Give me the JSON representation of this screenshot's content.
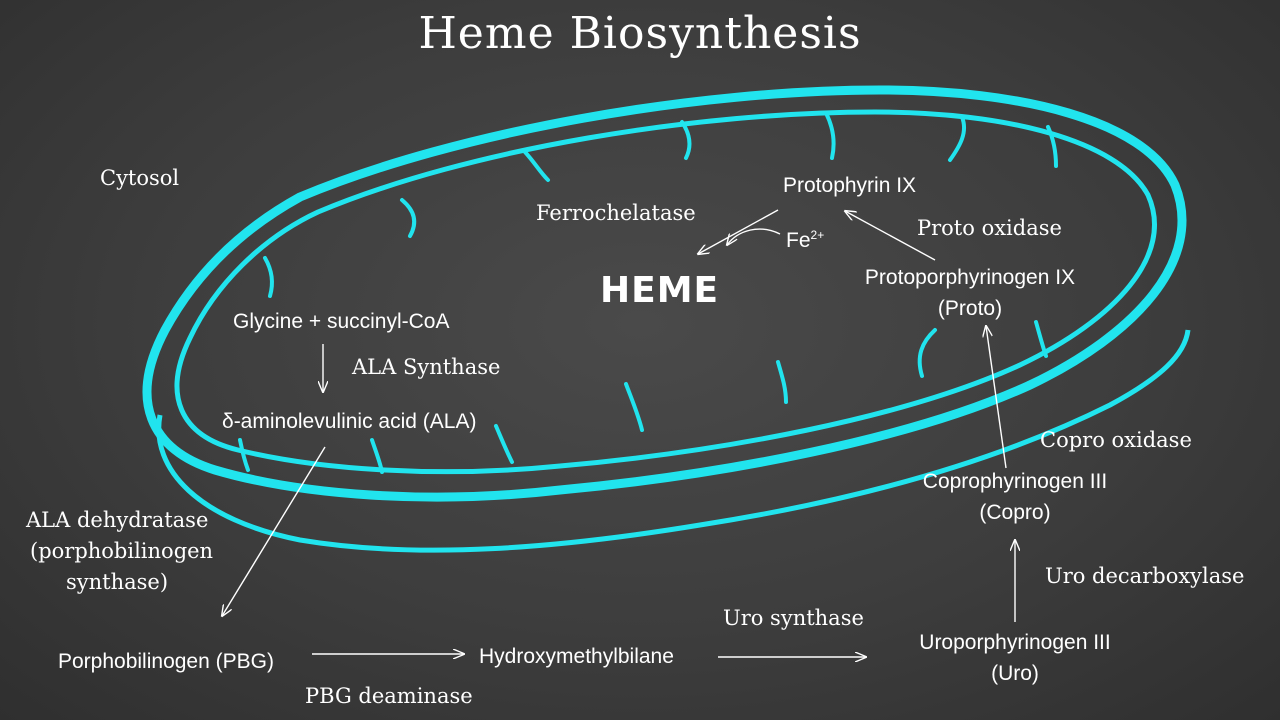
{
  "title": "Heme Biosynthesis",
  "colors": {
    "membrane": "#21e4ee",
    "background": "#3f3f3f",
    "text": "#ffffff"
  },
  "labels": {
    "cytosol": "Cytosol",
    "ferrochelatase": "Ferrochelatase",
    "protophyrin": "Protophyrin IX",
    "fe": "Fe",
    "fe_charge": "2+",
    "heme": "HEME",
    "proto_oxidase": "Proto oxidase",
    "protoporphyrinogen": "Protoporphyrinogen IX",
    "proto_abbr": "(Proto)",
    "glycine": "Glycine + succinyl-CoA",
    "ala_synthase": "ALA Synthase",
    "ala": "δ-aminolevulinic acid (ALA)",
    "copro_oxidase": "Copro oxidase",
    "coprophyrinogen": "Coprophyrinogen III",
    "copro_abbr": "(Copro)",
    "ala_dehydratase_1": "ALA dehydratase",
    "ala_dehydratase_2": "(porphobilinogen",
    "ala_dehydratase_3": "synthase)",
    "uro_decarboxylase": "Uro decarboxylase",
    "uro_synthase": "Uro synthase",
    "pbg": "Porphobilinogen (PBG)",
    "hydroxymethylbilane": "Hydroxymethylbilane",
    "uroporphyrinogen": "Uroporphyrinogen III",
    "uro_abbr": "(Uro)",
    "pbg_deaminase": "PBG deaminase"
  }
}
